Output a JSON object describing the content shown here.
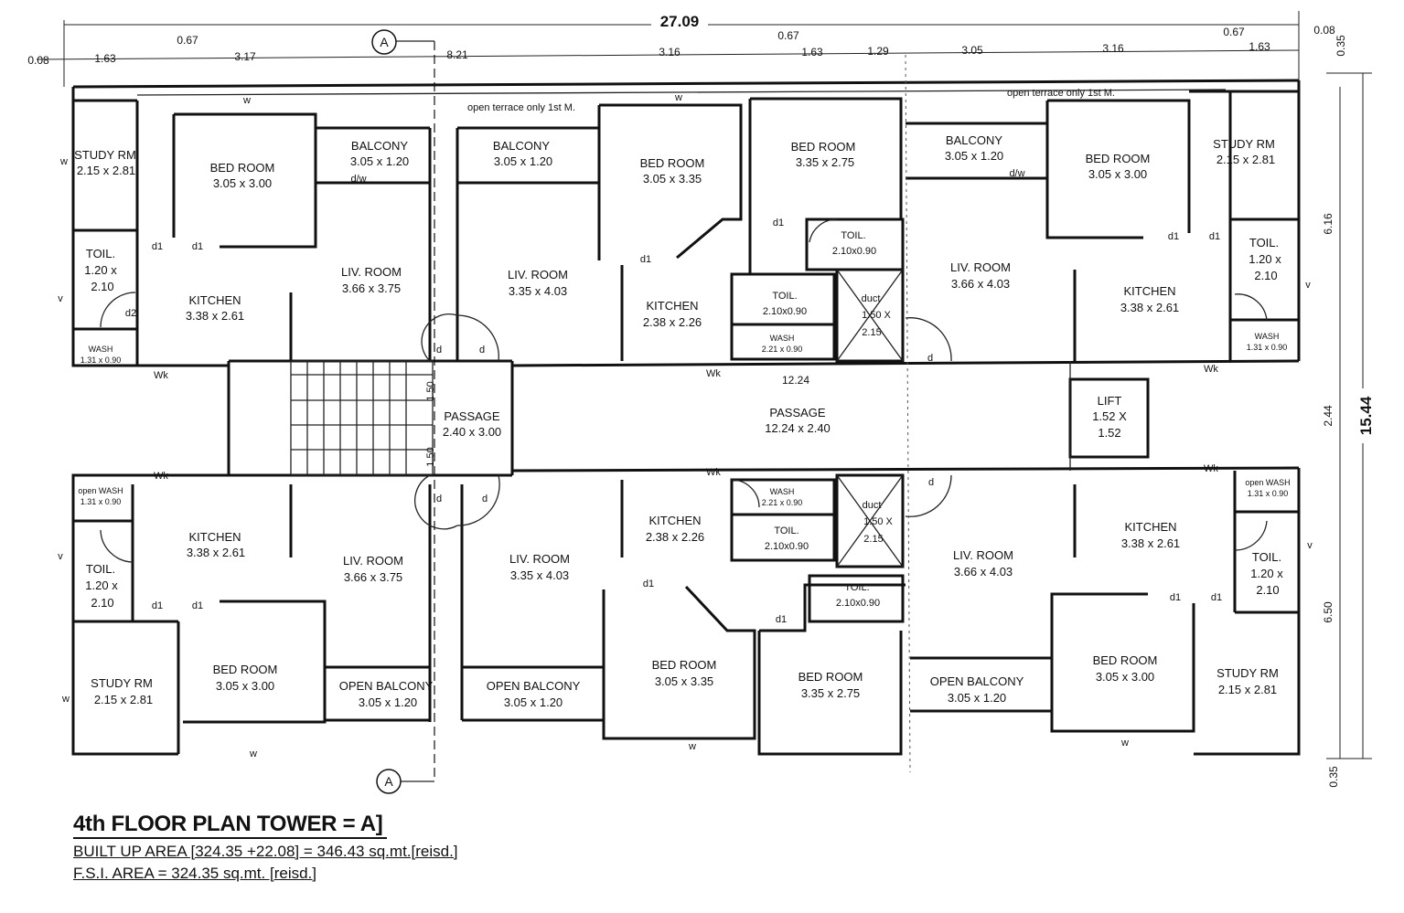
{
  "title": {
    "main": "4th FLOOR PLAN TOWER = A]",
    "built_up": "BUILT UP AREA [324.35 +22.08] = 346.43 sq.mt.[reisd.]",
    "fsi": "F.S.I. AREA = 324.35 sq.mt. [reisd.]"
  },
  "dims": {
    "overall_width": "27.09",
    "overall_height": "15.44",
    "top_left": "0.08",
    "top_right": "0.08",
    "top_segs": [
      "1.63",
      "0.67",
      "3.17",
      "8.21",
      "3.16",
      "0.67",
      "1.63",
      "1.29",
      "3.05",
      "3.16",
      "0.67",
      "1.63"
    ],
    "right_segs": [
      "0.35",
      "6.16",
      "2.44",
      "6.50",
      "0.35"
    ],
    "passage_len": "12.24",
    "stair_1": "1.50",
    "stair_2": "1.50"
  },
  "section_marker": "A",
  "notes": {
    "terrace_1": "open terrace only 1st M.",
    "terrace_2": "open terrace only 1st M."
  },
  "rooms": {
    "study_tl": {
      "name": "STUDY RM",
      "size": "2.15 x 2.81"
    },
    "bed_tl": {
      "name": "BED ROOM",
      "size": "3.05 x 3.00"
    },
    "balcony_tl1": {
      "name": "BALCONY",
      "size": "3.05 x 1.20"
    },
    "balcony_tl2": {
      "name": "BALCONY",
      "size": "3.05 x 1.20"
    },
    "bed_tc": {
      "name": "BED ROOM",
      "size": "3.05 x 3.35"
    },
    "bed_tc2": {
      "name": "BED ROOM",
      "size": "3.35 x 2.75"
    },
    "balcony_tr": {
      "name": "BALCONY",
      "size": "3.05 x 1.20"
    },
    "bed_tr": {
      "name": "BED ROOM",
      "size": "3.05 x 3.00"
    },
    "study_tr": {
      "name": "STUDY RM",
      "size": "2.15 x 2.81"
    },
    "toil_tl": {
      "name": "TOIL.",
      "size1": "1.20 x",
      "size2": "2.10"
    },
    "kitchen_tl": {
      "name": "KITCHEN",
      "size": "3.38 x 2.61"
    },
    "liv_tl": {
      "name": "LIV. ROOM",
      "size": "3.66 x 3.75"
    },
    "liv_tc": {
      "name": "LIV. ROOM",
      "size": "3.35 x 4.03"
    },
    "kitchen_tc": {
      "name": "KITCHEN",
      "size": "2.38 x 2.26"
    },
    "toil_tc1": {
      "name": "TOIL.",
      "size": "2.10x0.90"
    },
    "toil_tc2": {
      "name": "TOIL.",
      "size": "2.10x0.90"
    },
    "wash_tc": {
      "name": "WASH",
      "size": "2.21 x 0.90"
    },
    "duct_t": {
      "name": "duct",
      "size1": "1.50 X",
      "size2": "2.15"
    },
    "liv_tr": {
      "name": "LIV. ROOM",
      "size": "3.66 x 4.03"
    },
    "kitchen_tr": {
      "name": "KITCHEN",
      "size": "3.38 x 2.61"
    },
    "toil_tr": {
      "name": "TOIL.",
      "size1": "1.20 x",
      "size2": "2.10"
    },
    "wash_tl": {
      "name": "WASH",
      "size": "1.31 x 0.90"
    },
    "wash_tr": {
      "name": "WASH",
      "size": "1.31 x 0.90"
    },
    "passage_1": {
      "name": "PASSAGE",
      "size": "2.40 x 3.00"
    },
    "passage_2": {
      "name": "PASSAGE",
      "size": "12.24 x 2.40"
    },
    "lift": {
      "name": "LIFT",
      "size1": "1.52 X",
      "size2": "1.52"
    },
    "wash_bl": {
      "name": "open WASH",
      "size": "1.31 x 0.90"
    },
    "kitchen_bl": {
      "name": "KITCHEN",
      "size": "3.38 x 2.61"
    },
    "liv_bl": {
      "name": "LIV. ROOM",
      "size": "3.66 x 3.75"
    },
    "liv_bc": {
      "name": "LIV. ROOM",
      "size": "3.35 x 4.03"
    },
    "kitchen_bc": {
      "name": "KITCHEN",
      "size": "2.38 x 2.26"
    },
    "wash_bc": {
      "name": "WASH",
      "size": "2.21 x 0.90"
    },
    "toil_bc1": {
      "name": "TOIL.",
      "size": "2.10x0.90"
    },
    "toil_bc2": {
      "name": "TOIL.",
      "size": "2.10x0.90"
    },
    "duct_b": {
      "name": "duct",
      "size1": "1.50 X",
      "size2": "2.15"
    },
    "liv_br": {
      "name": "LIV. ROOM",
      "size": "3.66 x 4.03"
    },
    "kitchen_br": {
      "name": "KITCHEN",
      "size": "3.38 x 2.61"
    },
    "wash_br": {
      "name": "open WASH",
      "size": "1.31 x 0.90"
    },
    "toil_bl": {
      "name": "TOIL.",
      "size1": "1.20 x",
      "size2": "2.10"
    },
    "toil_br": {
      "name": "TOIL.",
      "size1": "1.20 x",
      "size2": "2.10"
    },
    "study_bl": {
      "name": "STUDY RM",
      "size": "2.15 x 2.81"
    },
    "bed_bl": {
      "name": "BED ROOM",
      "size": "3.05 x 3.00"
    },
    "obal_bl1": {
      "name": "OPEN BALCONY",
      "size": "3.05 x 1.20"
    },
    "obal_bl2": {
      "name": "OPEN BALCONY",
      "size": "3.05 x 1.20"
    },
    "bed_bc": {
      "name": "BED ROOM",
      "size": "3.05 x 3.35"
    },
    "bed_bc2": {
      "name": "BED ROOM",
      "size": "3.35 x 2.75"
    },
    "obal_br": {
      "name": "OPEN BALCONY",
      "size": "3.05 x 1.20"
    },
    "bed_br": {
      "name": "BED ROOM",
      "size": "3.05 x 3.00"
    },
    "study_br": {
      "name": "STUDY RM",
      "size": "2.15 x 2.81"
    }
  },
  "marks": {
    "d": "d",
    "d1": "d1",
    "d2": "d2",
    "w": "w",
    "v": "v",
    "dw": "d/w",
    "wk": "Wk"
  }
}
